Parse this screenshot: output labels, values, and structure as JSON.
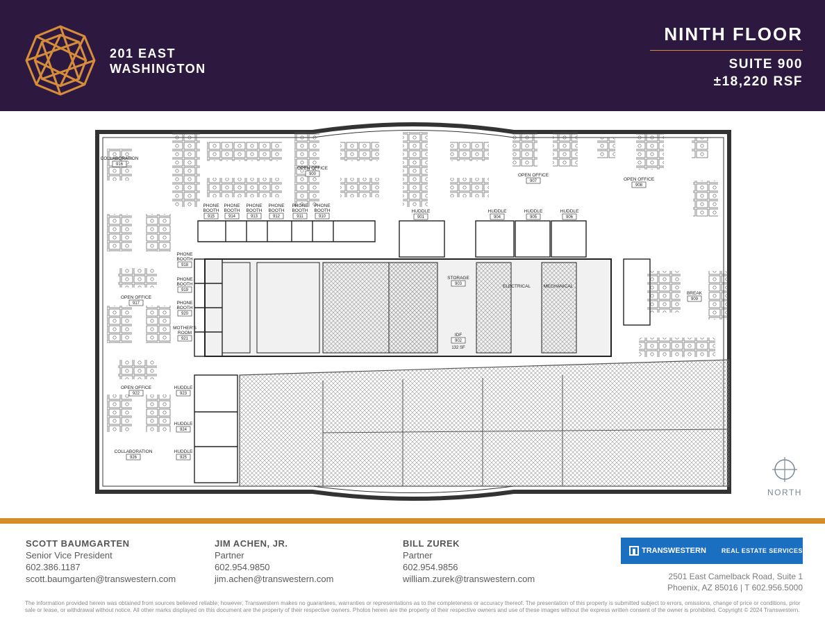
{
  "header": {
    "building_name": "201 EAST\nWASHINGTON",
    "floor_title": "NINTH FLOOR",
    "suite": "SUITE 900",
    "rsf": "±18,220 RSF",
    "bg_color": "#2d1840",
    "accent_color": "#d58d3a"
  },
  "plan": {
    "rooms": [
      {
        "label": "COLLABORATION",
        "num": "916"
      },
      {
        "label": "OPEN OFFICE",
        "num": "900"
      },
      {
        "label": "OPEN OFFICE",
        "num": "907"
      },
      {
        "label": "OPEN OFFICE",
        "num": "908"
      },
      {
        "label": "PHONE\nBOOTH",
        "num": "915"
      },
      {
        "label": "PHONE\nBOOTH",
        "num": "914"
      },
      {
        "label": "PHONE\nBOOTH",
        "num": "913"
      },
      {
        "label": "PHONE\nBOOTH",
        "num": "912"
      },
      {
        "label": "PHONE\nBOOTH",
        "num": "911"
      },
      {
        "label": "PHONE\nBOOTH",
        "num": "910"
      },
      {
        "label": "HUDDLE",
        "num": "901"
      },
      {
        "label": "HUDDLE",
        "num": "904"
      },
      {
        "label": "HUDDLE",
        "num": "905"
      },
      {
        "label": "HUDDLE",
        "num": "906"
      },
      {
        "label": "PHONE\nBOOTH",
        "num": "918"
      },
      {
        "label": "PHONE\nBOOTH",
        "num": "919"
      },
      {
        "label": "PHONE\nBOOTH",
        "num": "920"
      },
      {
        "label": "MOTHER'S\nROOM",
        "num": "921"
      },
      {
        "label": "OPEN OFFICE",
        "num": "917"
      },
      {
        "label": "STORAGE",
        "num": "903"
      },
      {
        "label": "IDF",
        "num": "902",
        "extra": "132 SF"
      },
      {
        "label": "ELECTRICAL",
        "num": ""
      },
      {
        "label": "MECHANICAL",
        "num": ""
      },
      {
        "label": "BREAK",
        "num": "909"
      },
      {
        "label": "OPEN OFFICE",
        "num": "922"
      },
      {
        "label": "HUDDLE",
        "num": "923"
      },
      {
        "label": "HUDDLE",
        "num": "924"
      },
      {
        "label": "HUDDLE",
        "num": "925"
      },
      {
        "label": "COLLABORATION",
        "num": "926"
      }
    ]
  },
  "compass": {
    "label": "NORTH"
  },
  "accent_bar_color": "#d58d2a",
  "contacts": [
    {
      "name": "SCOTT BAUMGARTEN",
      "title": "Senior Vice President",
      "phone": "602.386.1187",
      "email": "scott.baumgarten@transwestern.com"
    },
    {
      "name": "JIM ACHEN, JR.",
      "title": "Partner",
      "phone": "602.954.9850",
      "email": "jim.achen@transwestern.com"
    },
    {
      "name": "BILL ZUREK",
      "title": "Partner",
      "phone": "602.954.9856",
      "email": "william.zurek@transwestern.com"
    }
  ],
  "brand": {
    "name": "TRANSWESTERN",
    "tagline": "REAL ESTATE SERVICES",
    "color": "#1a6fc0"
  },
  "address": {
    "line1": "2501 East Camelback Road, Suite 1",
    "line2": "Phoenix, AZ 85016 | T 602.956.5000"
  },
  "disclaimer": "The information provided herein was obtained from sources believed reliable; however, Transwestern makes no guarantees, warranties or representations as to the completeness or accuracy thereof. The presentation of this property is submitted subject to errors, omissions, change of price or conditions, prior sale or lease, or withdrawal without notice. All other marks displayed on this document are the property of their respective owners. Photos herein are the property of their respective owners and use of these images without the express written consent of the owner is prohibited. Copyright © 2024 Transwestern."
}
